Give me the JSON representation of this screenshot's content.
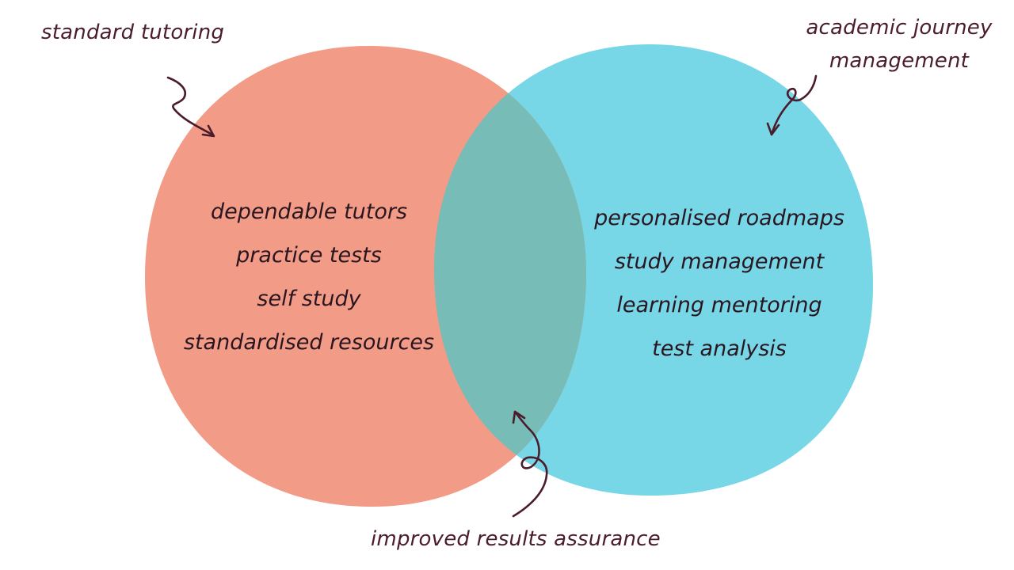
{
  "labels": {
    "left_set": "standard tutoring",
    "right_set_line1": "academic journey",
    "right_set_line2": "management",
    "intersection": "improved results assurance"
  },
  "left_items": [
    "dependable tutors",
    "practice tests",
    "self study",
    "standardised resources"
  ],
  "right_items": [
    "personalised roadmaps",
    "study management",
    "learning mentoring",
    "test analysis"
  ],
  "colors": {
    "left_circle": "#f29c87",
    "right_circle": "#77d7e6",
    "overlap": "#77bcb6",
    "ink": "#4a1c2c"
  }
}
